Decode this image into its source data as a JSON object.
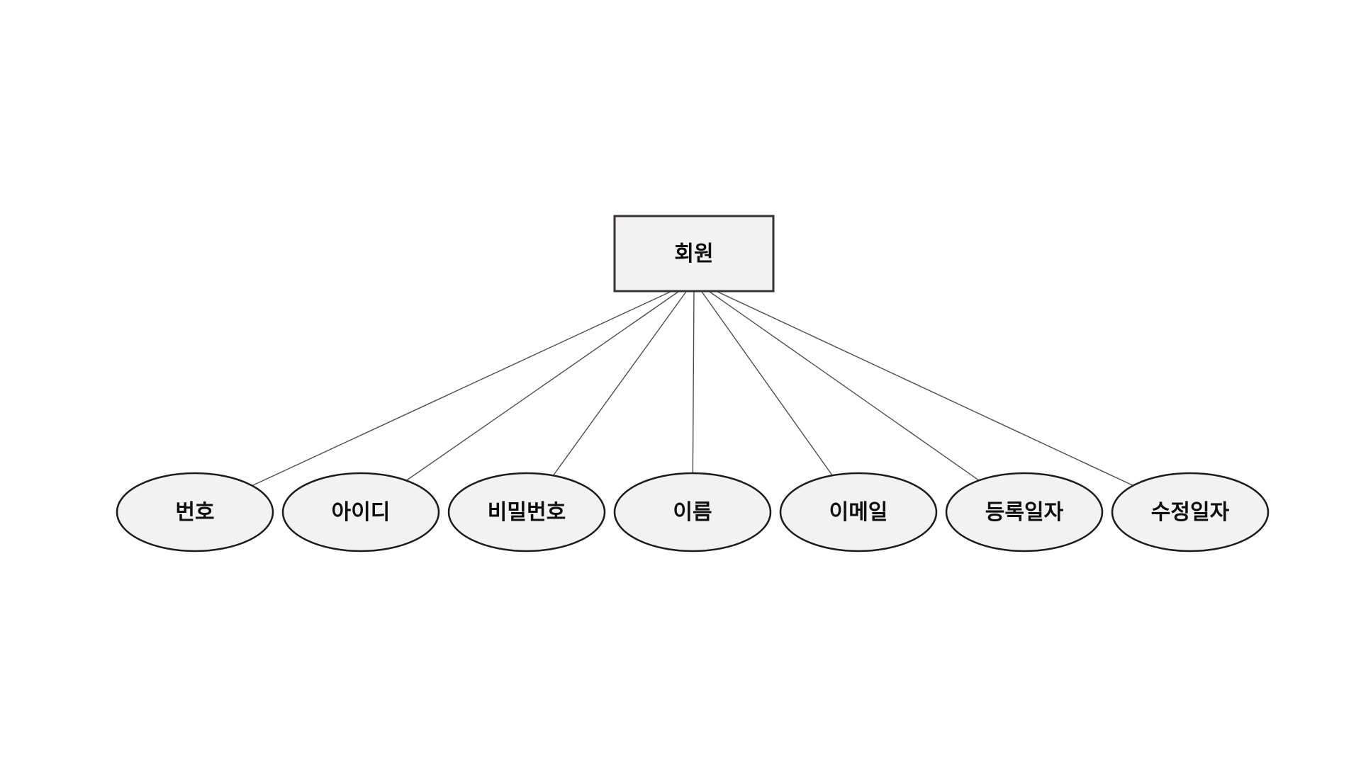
{
  "diagram": {
    "type": "er-attribute-diagram",
    "entity": {
      "label": "회원",
      "shape": "rectangle"
    },
    "attributes": [
      {
        "label": "번호"
      },
      {
        "label": "아이디"
      },
      {
        "label": "비밀번호"
      },
      {
        "label": "이름"
      },
      {
        "label": "이메일"
      },
      {
        "label": "등록일자"
      },
      {
        "label": "수정일자"
      }
    ],
    "colors": {
      "background": "#ffffff",
      "shape_fill": "#f2f2f2",
      "entity_stroke": "#39313a",
      "ellipse_stroke": "#1c1c1c",
      "connector": "#4d4d4d",
      "text": "#0f0f0f"
    }
  }
}
